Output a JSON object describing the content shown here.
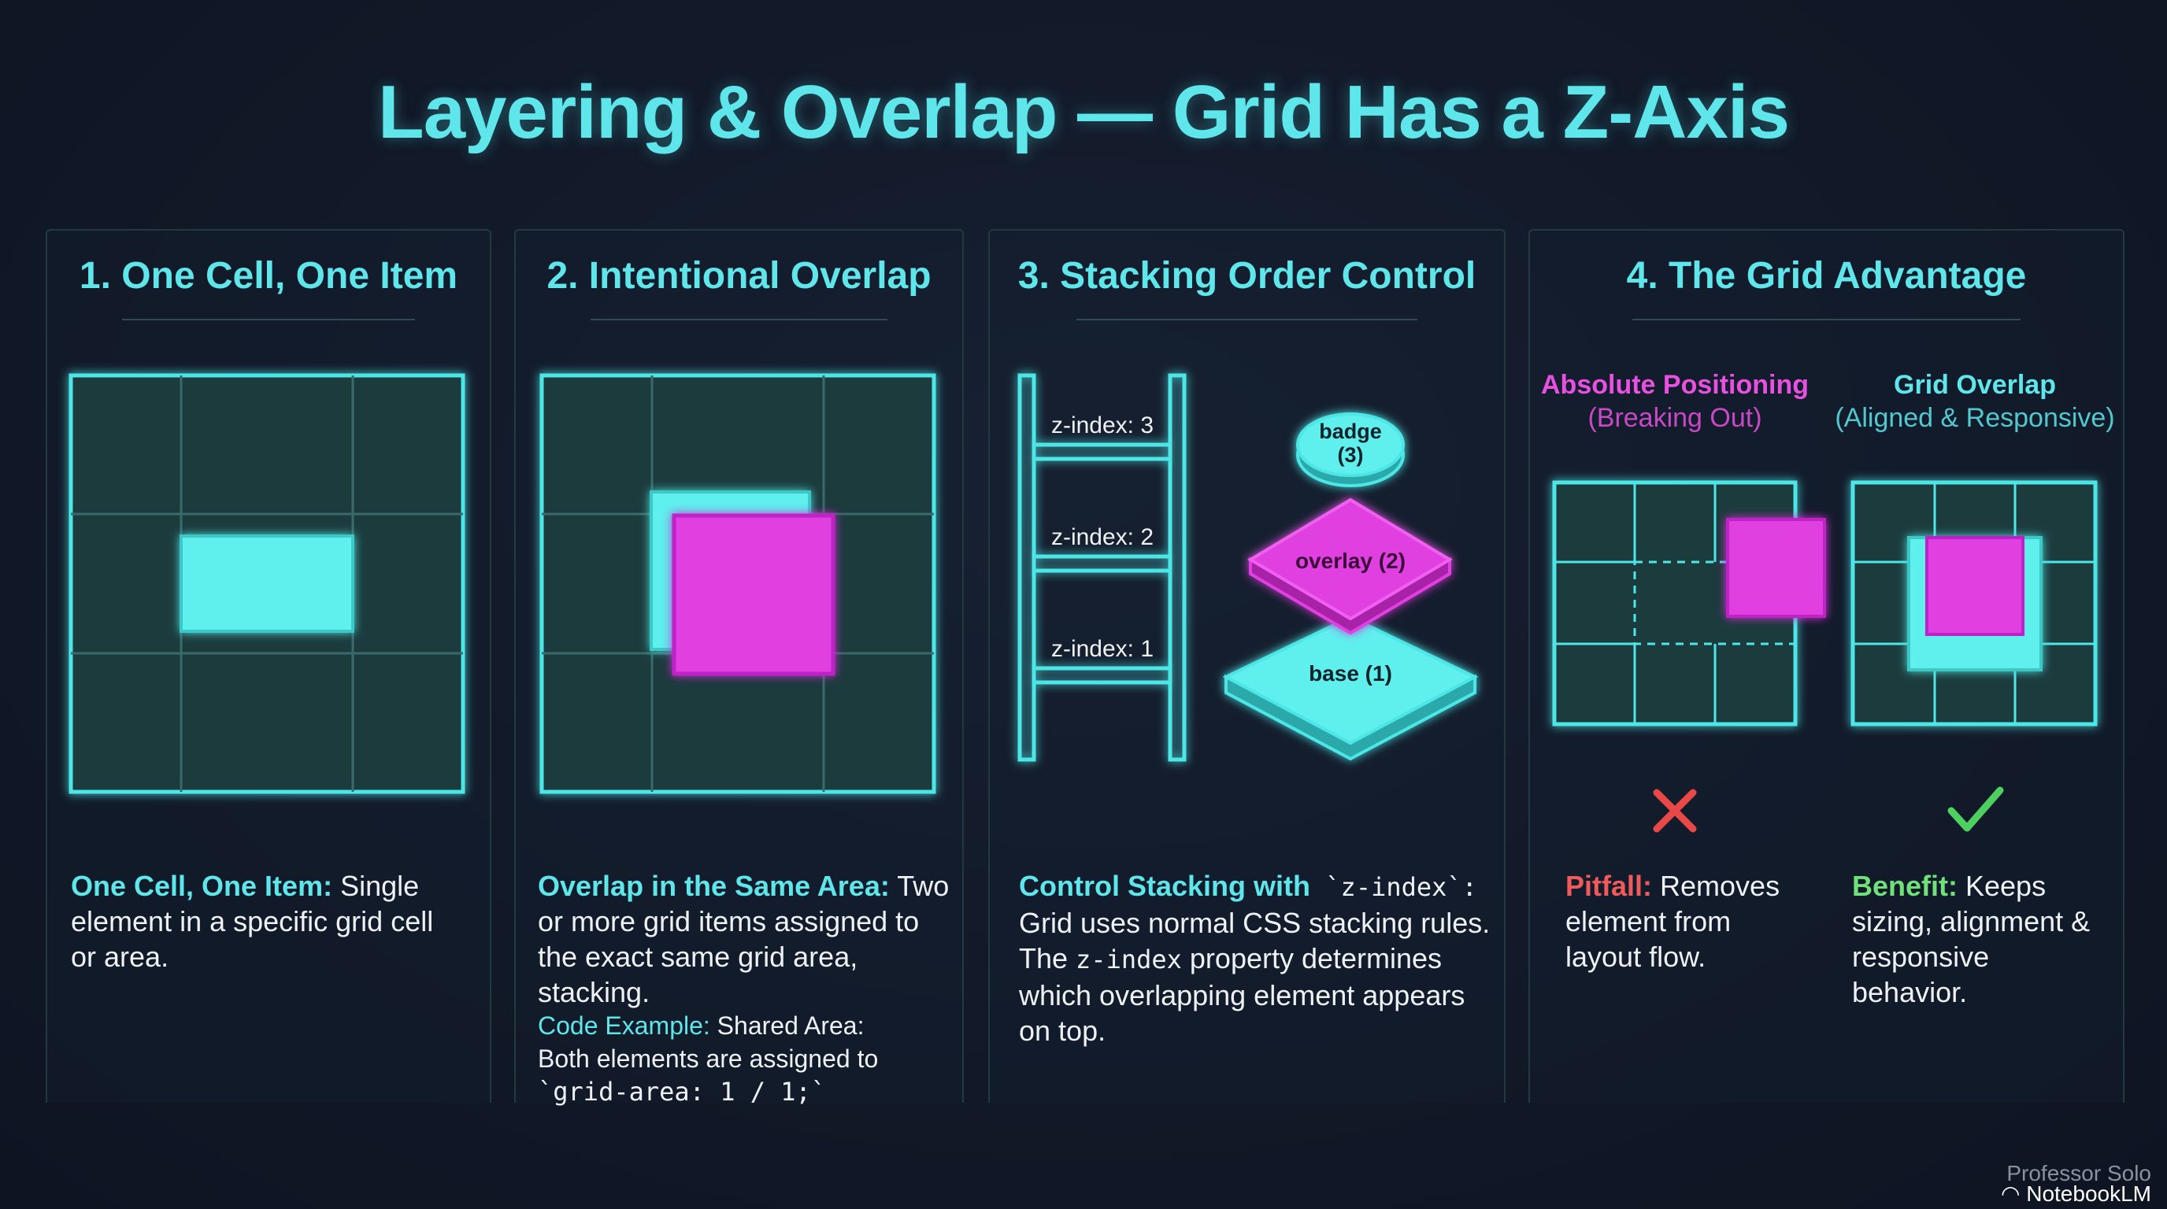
{
  "title": "Layering & Overlap — Grid Has a Z-Axis",
  "panels": [
    {
      "heading": "1. One Cell, One Item",
      "lead": "One Cell, One Item:",
      "body": " Single element in a specific grid cell or area."
    },
    {
      "heading": "2. Intentional Overlap",
      "lead": "Overlap in the Same Area:",
      "body": " Two or more grid items assigned to the exact same grid area, stacking.",
      "code_lead": "Code Example:",
      "code_body": " Shared Area: Both elements are assigned to",
      "code": "`grid-area: 1 / 1;`"
    },
    {
      "heading": "3. Stacking Order Control",
      "lead": "Control Stacking with",
      "lead_code": " `z-index`:",
      "body1": "Grid uses normal CSS stacking rules. The ",
      "body_code": "z-index",
      "body2": " property determines which overlapping element appears on top.",
      "ladder_labels": [
        "z-index: 3",
        "z-index: 2",
        "z-index: 1"
      ],
      "layers": {
        "badge_line1": "badge",
        "badge_line2": "(3)",
        "overlay": "overlay (2)",
        "base": "base (1)"
      }
    },
    {
      "heading": "4. The Grid Advantage",
      "left_title": "Absolute Positioning",
      "left_sub": "(Breaking Out)",
      "right_title": "Grid Overlap",
      "right_sub": "(Aligned & Responsive)",
      "pitfall_lead": "Pitfall:",
      "pitfall_body": " Removes element from layout flow.",
      "benefit_lead": "Benefit:",
      "benefit_body": " Keeps sizing, alignment & responsive behavior.",
      "icons": [
        "x-mark-icon",
        "check-mark-icon"
      ]
    }
  ],
  "watermark": {
    "author": "Professor Solo",
    "brand": "NotebookLM"
  },
  "colors": {
    "cyan": "#5ee6ea",
    "magenta": "#e040e0",
    "red": "#f05a5a",
    "green": "#6fe07a",
    "background": "#111827"
  }
}
